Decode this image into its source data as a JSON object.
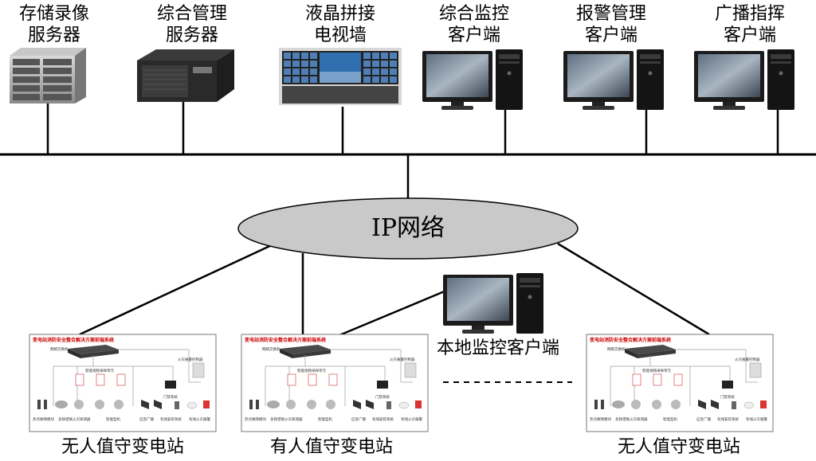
{
  "top_nodes": [
    {
      "line1": "存储录像",
      "line2": "服务器"
    },
    {
      "line1": "综合管理",
      "line2": "服务器"
    },
    {
      "line1": "液晶拼接",
      "line2": "电视墙"
    },
    {
      "line1": "综合监控",
      "line2": "客户端"
    },
    {
      "line1": "报警管理",
      "line2": "客户端"
    },
    {
      "line1": "广播指挥",
      "line2": "客户端"
    }
  ],
  "network": {
    "label": "IP网络"
  },
  "local_client": {
    "label": "本地监控客户端"
  },
  "stations": [
    {
      "label": "无人值守变电站"
    },
    {
      "label": "有人值守变电站"
    },
    {
      "label": "无人值守变电站"
    }
  ],
  "panel": {
    "title": "变电站消防安全整合解决方案前端系统",
    "switch_label": "网络交换机",
    "controller_label": "智能视频采样单元",
    "alarm_host_label": "火灾报警控制器",
    "door_label": "门禁系统",
    "captions": [
      "热点故障模块",
      "多频谱联火灾探测器",
      "智能型机",
      "应急广播",
      "有线安装系统",
      "有线火灾报警"
    ]
  },
  "colors": {
    "ellipse_fill": "#c9c9c9",
    "panel_title": "#cc0000",
    "line": "#000000"
  }
}
